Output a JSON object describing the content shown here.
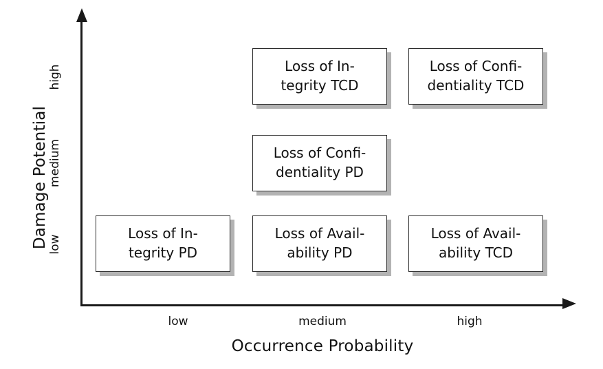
{
  "chart_data": {
    "type": "table",
    "title": "",
    "xlabel": "Occurrence Probability",
    "ylabel": "Damage Potential",
    "x_categories": [
      "low",
      "medium",
      "high"
    ],
    "y_categories": [
      "low",
      "medium",
      "high"
    ],
    "grid": false,
    "legend": "none",
    "cells": [
      {
        "x": "medium",
        "y": "high",
        "label": "Loss of In-\ntegrity TCD"
      },
      {
        "x": "high",
        "y": "high",
        "label": "Loss of Confi-\ndentiality TCD"
      },
      {
        "x": "medium",
        "y": "medium",
        "label": "Loss of Confi-\ndentiality PD"
      },
      {
        "x": "low",
        "y": "low",
        "label": "Loss of In-\ntegrity PD"
      },
      {
        "x": "medium",
        "y": "low",
        "label": "Loss of Avail-\nability PD"
      },
      {
        "x": "high",
        "y": "low",
        "label": "Loss of Avail-\nability TCD"
      }
    ]
  },
  "axes": {
    "y": {
      "title": "Damage Potential",
      "ticks": {
        "high": "high",
        "medium": "medium",
        "low": "low"
      }
    },
    "x": {
      "title": "Occurrence Probability",
      "ticks": {
        "low": "low",
        "medium": "medium",
        "high": "high"
      }
    }
  },
  "colors": {
    "background": "#ffffff",
    "axis": "#1a1a1a",
    "box_border": "#2a2a2a",
    "box_fill": "#ffffff",
    "box_shadow": "#b3b3b3",
    "text": "#111111"
  }
}
